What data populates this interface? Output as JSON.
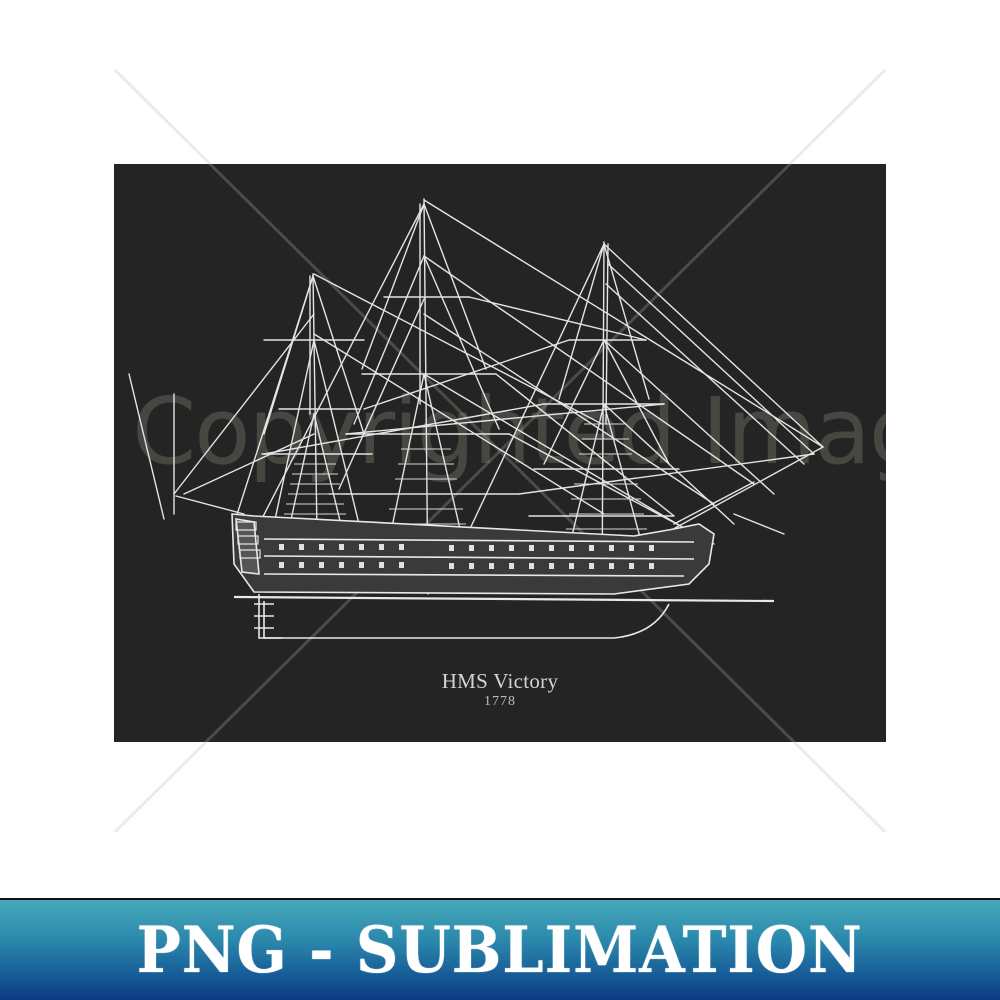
{
  "artwork": {
    "title": "HMS Victory",
    "year": "1778",
    "subject": "sailing-ship-blueprint",
    "panel_color": "#252424",
    "line_color": "#e6e6e6"
  },
  "watermark": {
    "text": "Copyrighted Image",
    "color": "rgba(200,190,170,0.22)"
  },
  "banner": {
    "label": "PNG - SUBLIMATION",
    "gradient_top": "#46a9b9",
    "gradient_bottom": "#0b3b81",
    "text_color": "#ffffff"
  }
}
